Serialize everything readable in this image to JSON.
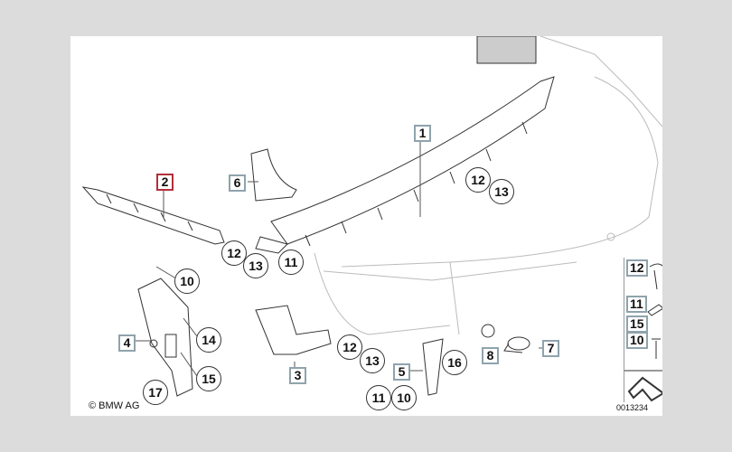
{
  "copyright": "© BMW AG",
  "reference": "0013234",
  "parts": {
    "p1": "1",
    "p2": "2",
    "p3": "3",
    "p4": "4",
    "p5": "5",
    "p6": "6",
    "p7": "7",
    "p8": "8"
  },
  "callouts": {
    "c10": "10",
    "c11": "11",
    "c12": "12",
    "c13": "13",
    "c14": "14",
    "c15": "15",
    "c16": "16",
    "c17": "17"
  },
  "legend": [
    "12",
    "11",
    "15",
    "10"
  ],
  "colors": {
    "label_border": "#8fa3ad",
    "selected_border": "#b0303a",
    "background": "#dcdcdc"
  }
}
